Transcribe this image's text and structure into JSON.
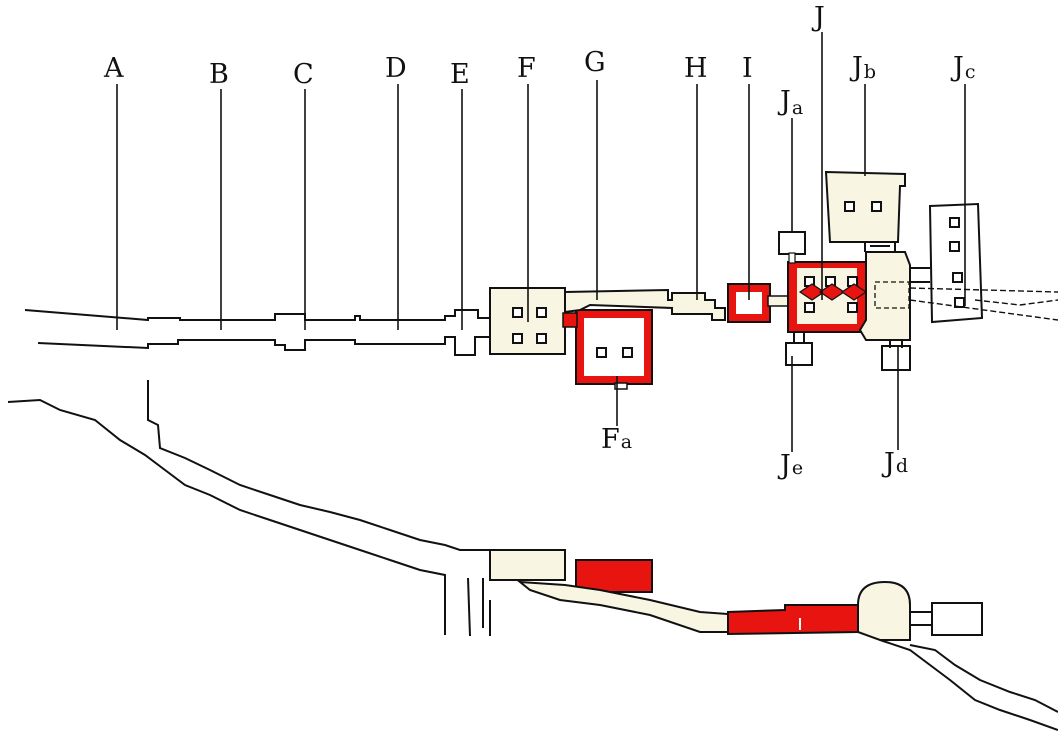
{
  "colors": {
    "highlight": "#e8140f",
    "room_fill": "#f8f6e2",
    "line": "#111111",
    "background": "#ffffff"
  },
  "labels": {
    "A": "A",
    "B": "B",
    "C": "C",
    "D": "D",
    "E": "E",
    "F": "F",
    "G": "G",
    "H": "H",
    "I": "I",
    "J": "J",
    "Ja": {
      "main": "J",
      "sub": "a"
    },
    "Jb": {
      "main": "J",
      "sub": "b"
    },
    "Jc": {
      "main": "J",
      "sub": "c"
    },
    "Jd": {
      "main": "J",
      "sub": "d"
    },
    "Je": {
      "main": "J",
      "sub": "e"
    },
    "Fa": {
      "main": "F",
      "sub": "a"
    }
  }
}
